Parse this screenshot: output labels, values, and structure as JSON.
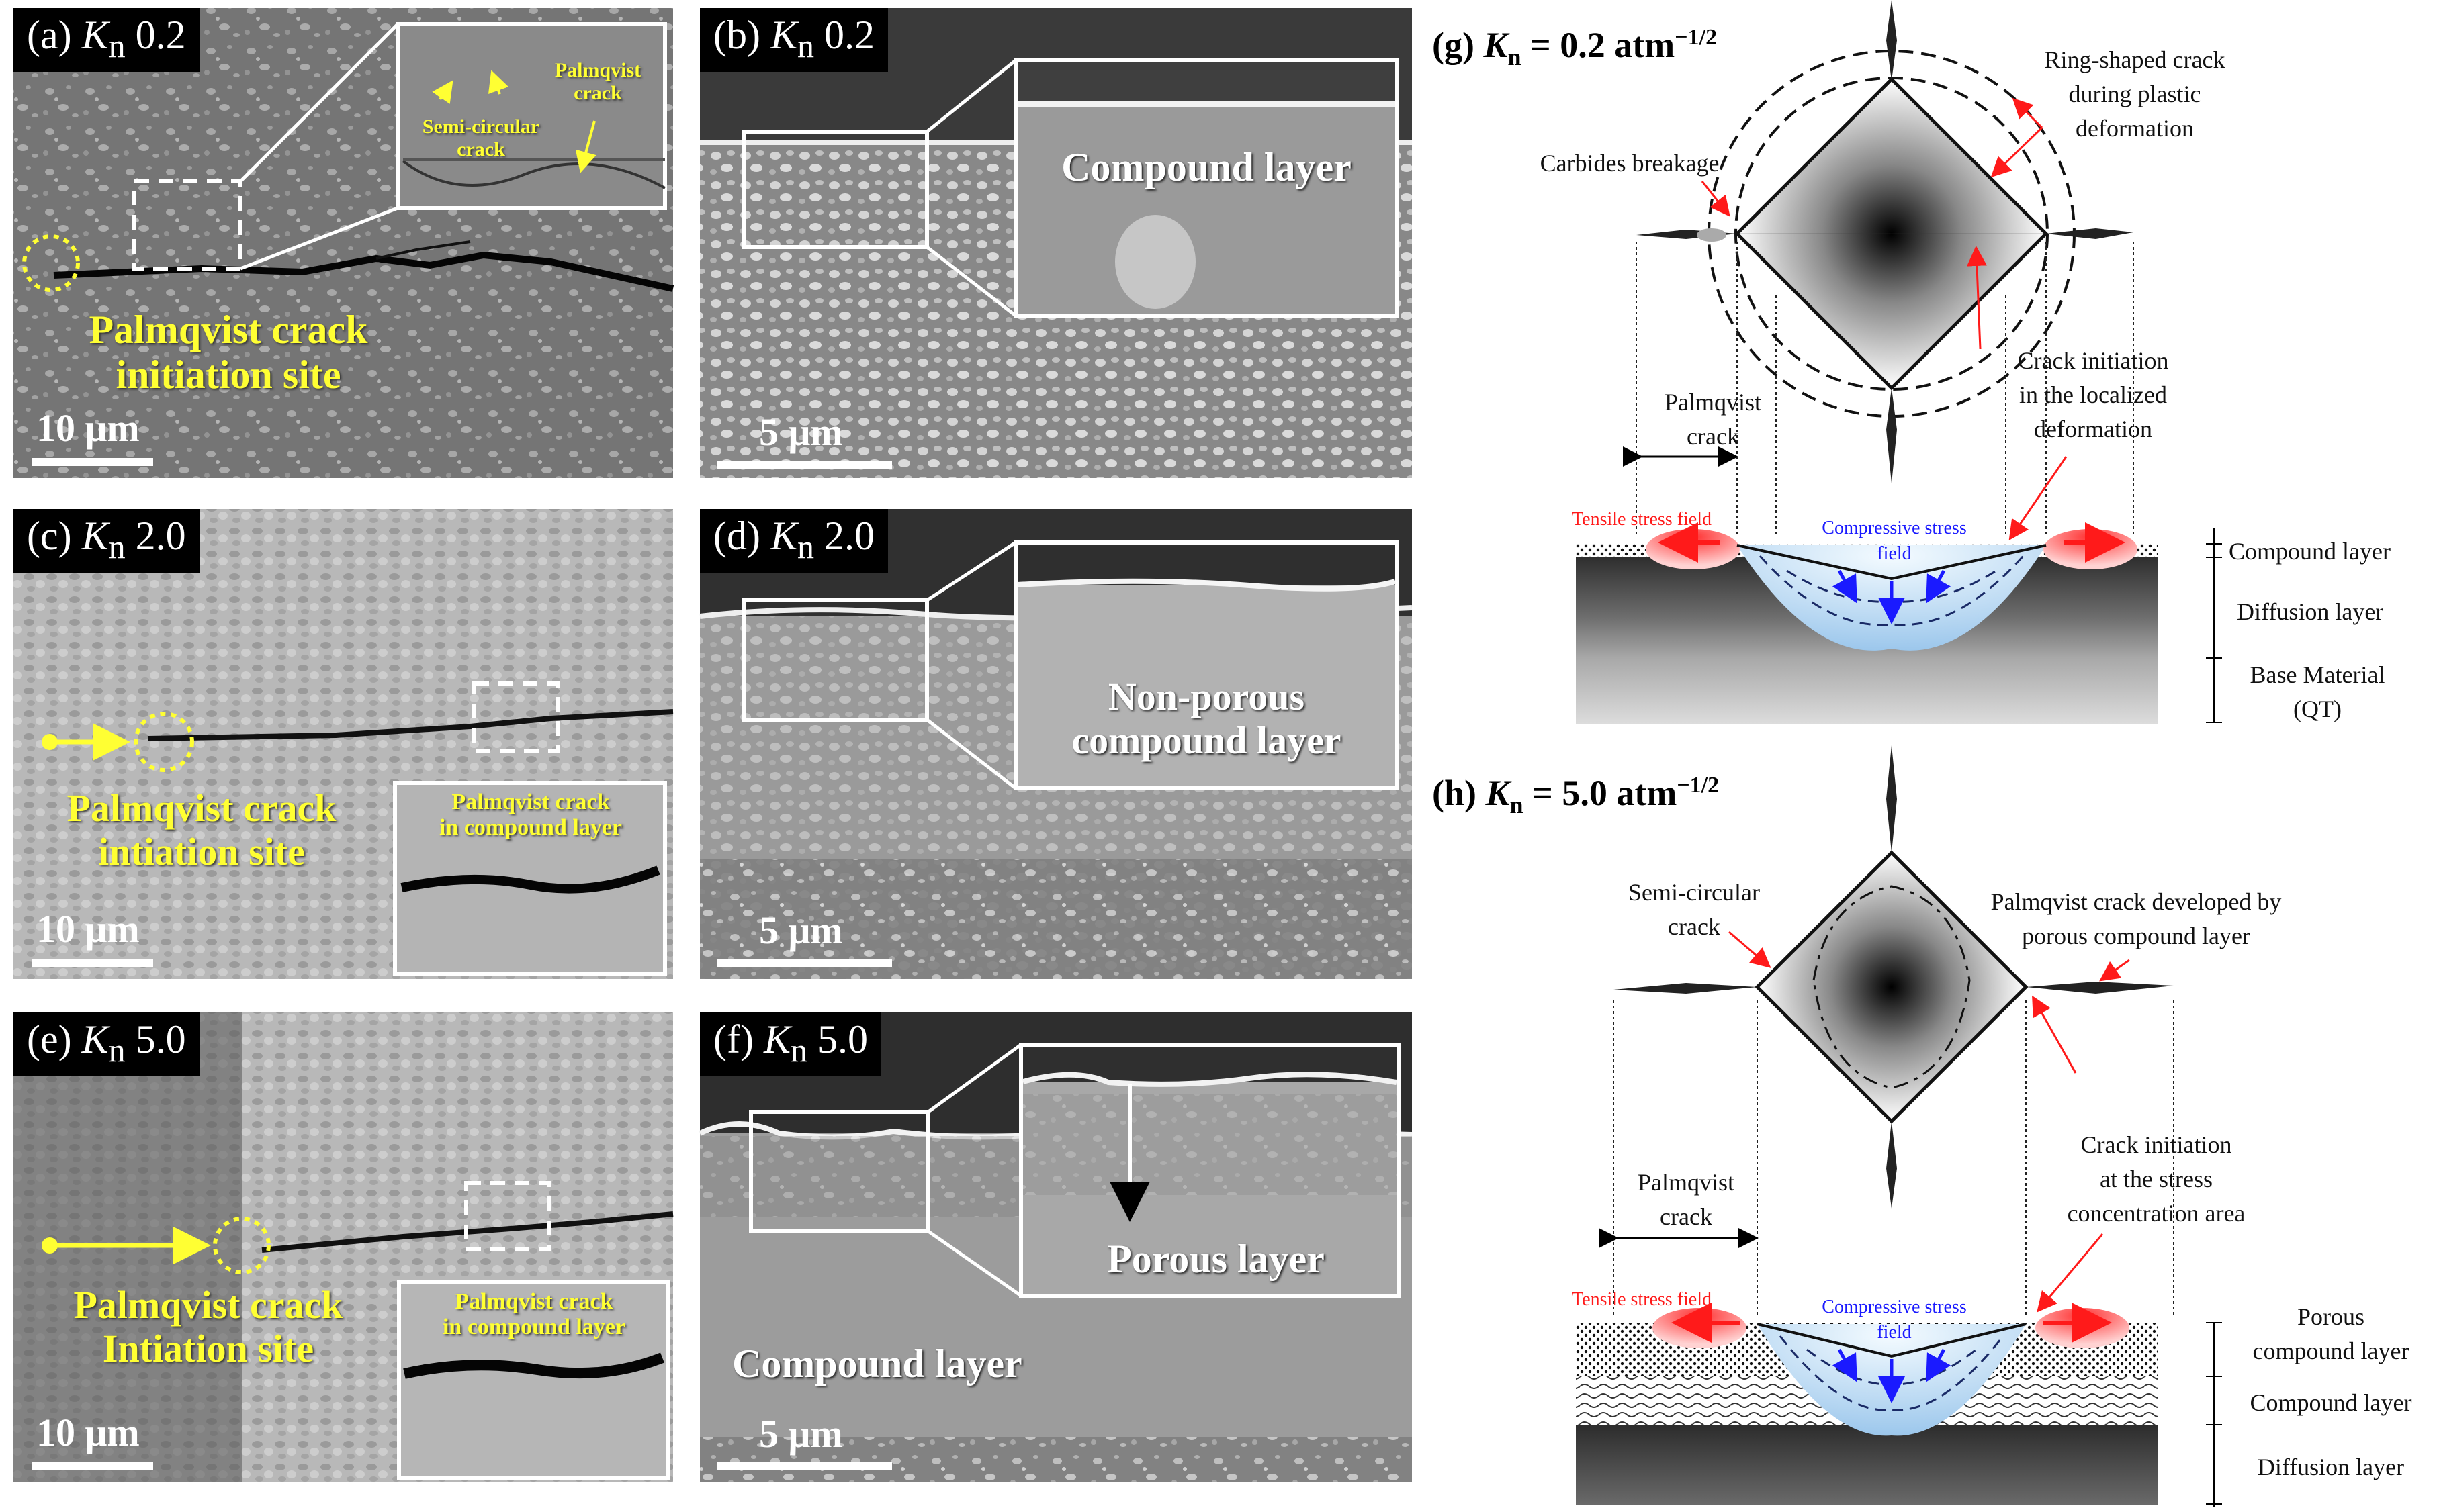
{
  "panels": {
    "a": {
      "label_prefix": "(a) ",
      "label_var": "K",
      "label_sub": "n",
      "label_val": " 0.2",
      "scale": "10 μm",
      "caption": "Palmqvist crack\ninitiation site",
      "inset_semi": "Semi-circular\ncrack",
      "inset_palm": "Palmqvist\ncrack"
    },
    "b": {
      "label_prefix": "(b) ",
      "label_var": "K",
      "label_sub": "n",
      "label_val": " 0.2",
      "scale": "5 μm",
      "inset_text": "Compound layer"
    },
    "c": {
      "label_prefix": "(c) ",
      "label_var": "K",
      "label_sub": "n",
      "label_val": " 2.0",
      "scale": "10 μm",
      "caption": "Palmqvist crack\nintiation site",
      "inset_text": "Palmqvist crack\nin compound layer"
    },
    "d": {
      "label_prefix": "(d) ",
      "label_var": "K",
      "label_sub": "n",
      "label_val": " 2.0",
      "scale": "5 μm",
      "inset_text": "Non-porous\ncompound layer"
    },
    "e": {
      "label_prefix": "(e) ",
      "label_var": "K",
      "label_sub": "n",
      "label_val": " 5.0",
      "scale": "10 μm",
      "caption": "Palmqvist crack\nIntiation site",
      "inset_text": "Palmqvist crack\nin compound layer"
    },
    "f": {
      "label_prefix": "(f) ",
      "label_var": "K",
      "label_sub": "n",
      "label_val": " 5.0",
      "scale": "5 μm",
      "inset_text": "Porous layer",
      "main_text": "Compound layer"
    }
  },
  "diagram_g": {
    "title_prefix": "(g) ",
    "title_var": "K",
    "title_sub": "n",
    "title_rest": " = 0.2 atm",
    "title_sup": "−1/2",
    "ring_crack": "Ring-shaped crack\nduring plastic\ndeformation",
    "carbides": "Carbides breakage",
    "crack_init": "Crack initiation\nin the localized\ndeformation",
    "palmqvist": "Palmqvist\ncrack",
    "tensile": "Tensile stress field",
    "compressive": "Compressive stress\nfield",
    "layers": [
      "Compound layer",
      "Diffusion layer",
      "Base Material\n(QT)"
    ]
  },
  "diagram_h": {
    "title_prefix": "(h) ",
    "title_var": "K",
    "title_sub": "n",
    "title_rest": " = 5.0 atm",
    "title_sup": "−1/2",
    "semi_circular": "Semi-circular\ncrack",
    "palm_dev": "Palmqvist crack developed by\nporous compound layer",
    "crack_init": "Crack initiation\nat the stress\nconcentration area",
    "palmqvist": "Palmqvist\ncrack",
    "tensile": "Tensile stress field",
    "compressive": "Compressive stress\nfield",
    "layers": [
      "Porous\ncompound layer",
      "Compound layer",
      "Diffusion layer"
    ]
  },
  "colors": {
    "label_yellow": "#ffff33",
    "tensile_red": "#ff1a1a",
    "compressive_blue": "#1a1aff"
  }
}
